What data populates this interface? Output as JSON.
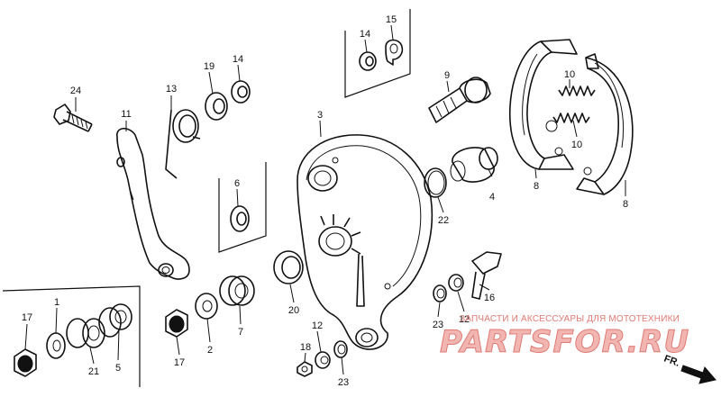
{
  "callouts": {
    "n1": "1",
    "n2": "2",
    "n3": "3",
    "n4": "4",
    "n5": "5",
    "n6": "6",
    "n7": "7",
    "n8a": "8",
    "n8b": "8",
    "n9": "9",
    "n10a": "10",
    "n10b": "10",
    "n11": "11",
    "n12a": "12",
    "n12b": "12",
    "n13": "13",
    "n14a": "14",
    "n14b": "14",
    "n15": "15",
    "n16": "16",
    "n17a": "17",
    "n17b": "17",
    "n18": "18",
    "n19": "19",
    "n20": "20",
    "n21": "21",
    "n22": "22",
    "n23a": "23",
    "n23b": "23",
    "n24": "24"
  },
  "watermark": {
    "caption": "ЗАПЧАСТИ И АКСЕССУАРЫ ДЛЯ МОТОТЕХНИКИ",
    "logo": "PARTSFOR.RU",
    "logo_color": "#e07a74"
  },
  "direction": {
    "label": "FR.",
    "icon": "arrow-right-icon"
  }
}
